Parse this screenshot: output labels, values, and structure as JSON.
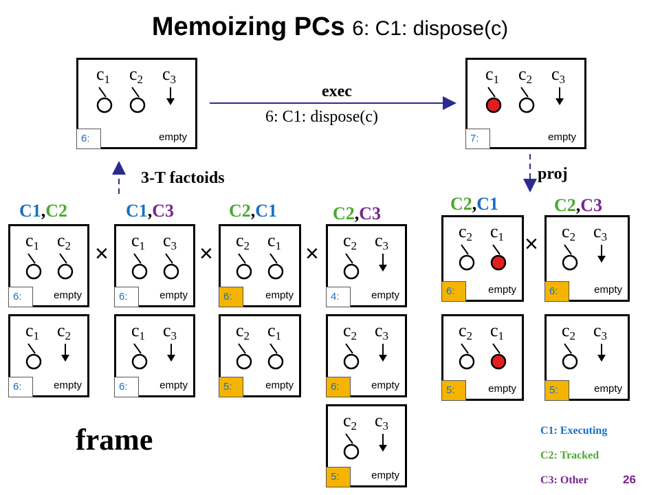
{
  "slide": {
    "title_bold": "Memoizing PCs",
    "title_rest": "6: C1: dispose(c)",
    "page_number": "26"
  },
  "exec": {
    "label": "exec",
    "statement": "6: C1: dispose(c)"
  },
  "proj_label": "proj",
  "factoids_label": "3-T factoids",
  "frame_label": "frame",
  "times_symbol": "×",
  "procs": {
    "c1": {
      "base": "c",
      "sub": "1"
    },
    "c2": {
      "base": "c",
      "sub": "2"
    },
    "c3": {
      "base": "c",
      "sub": "3"
    }
  },
  "pair_labels": {
    "c1c2": {
      "a": "C1",
      "sep": ",",
      "b": "C2"
    },
    "c1c3": {
      "a": "C1",
      "sep": ",",
      "b": "C3"
    },
    "c2c1": {
      "a": "C2",
      "sep": ",",
      "b": "C1"
    },
    "c2c3": {
      "a": "C2",
      "sep": ",",
      "b": "C3"
    }
  },
  "boxes": {
    "top_left": {
      "pc": "6:",
      "state": "empty"
    },
    "top_right": {
      "pc": "7:",
      "state": "empty"
    },
    "g1a": {
      "pc": "6:",
      "state": "empty"
    },
    "g1b": {
      "pc": "6:",
      "state": "empty"
    },
    "g2a": {
      "pc": "6:",
      "state": "empty"
    },
    "g2b": {
      "pc": "6:",
      "state": "empty"
    },
    "g3a": {
      "pc": "6:",
      "state": "empty"
    },
    "g3b": {
      "pc": "5:",
      "state": "empty"
    },
    "g4a": {
      "pc": "4:",
      "state": "empty"
    },
    "g4b": {
      "pc": "6:",
      "state": "empty"
    },
    "g4c": {
      "pc": "5:",
      "state": "empty"
    },
    "r1a": {
      "pc": "6:",
      "state": "empty"
    },
    "r1b": {
      "pc": "5:",
      "state": "empty"
    },
    "r2a": {
      "pc": "6:",
      "state": "empty"
    },
    "r2b": {
      "pc": "5:",
      "state": "empty"
    }
  },
  "legend": {
    "c1": "C1: Executing",
    "c2": "C2: Tracked",
    "c3": "C3: Other"
  },
  "colors": {
    "c1": "#1a6fc4",
    "c2": "#4aa82e",
    "c3": "#7a2590",
    "pc_highlight": "#f5b400",
    "executing_node": "#e41e1e",
    "arrow": "#2b2b8f"
  }
}
